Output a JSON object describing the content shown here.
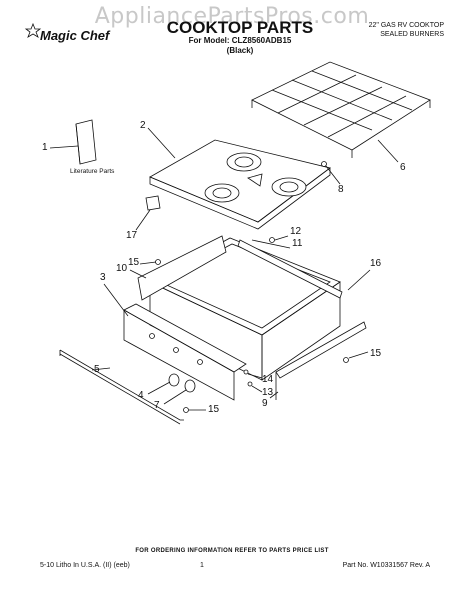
{
  "watermark": "AppliancePartsPros.com",
  "brand": "Magic Chef",
  "title": "COOKTOP PARTS",
  "model_line": "For Model: CLZ8560ADB15",
  "color_line": "(Black)",
  "description_line1": "22\" GAS RV COOKTOP",
  "description_line2": "SEALED BURNERS",
  "literature_label": "Literature Parts",
  "callouts": [
    "1",
    "2",
    "3",
    "4",
    "5",
    "6",
    "7",
    "8",
    "9",
    "10",
    "11",
    "12",
    "13",
    "14",
    "15",
    "15",
    "15",
    "16",
    "17"
  ],
  "footer": {
    "note": "FOR ORDERING INFORMATION REFER TO PARTS PRICE LIST",
    "left": "5-10 Litho In U.S.A. (II) (eeb)",
    "page": "1",
    "right": "Part No. W10331567 Rev. A"
  }
}
